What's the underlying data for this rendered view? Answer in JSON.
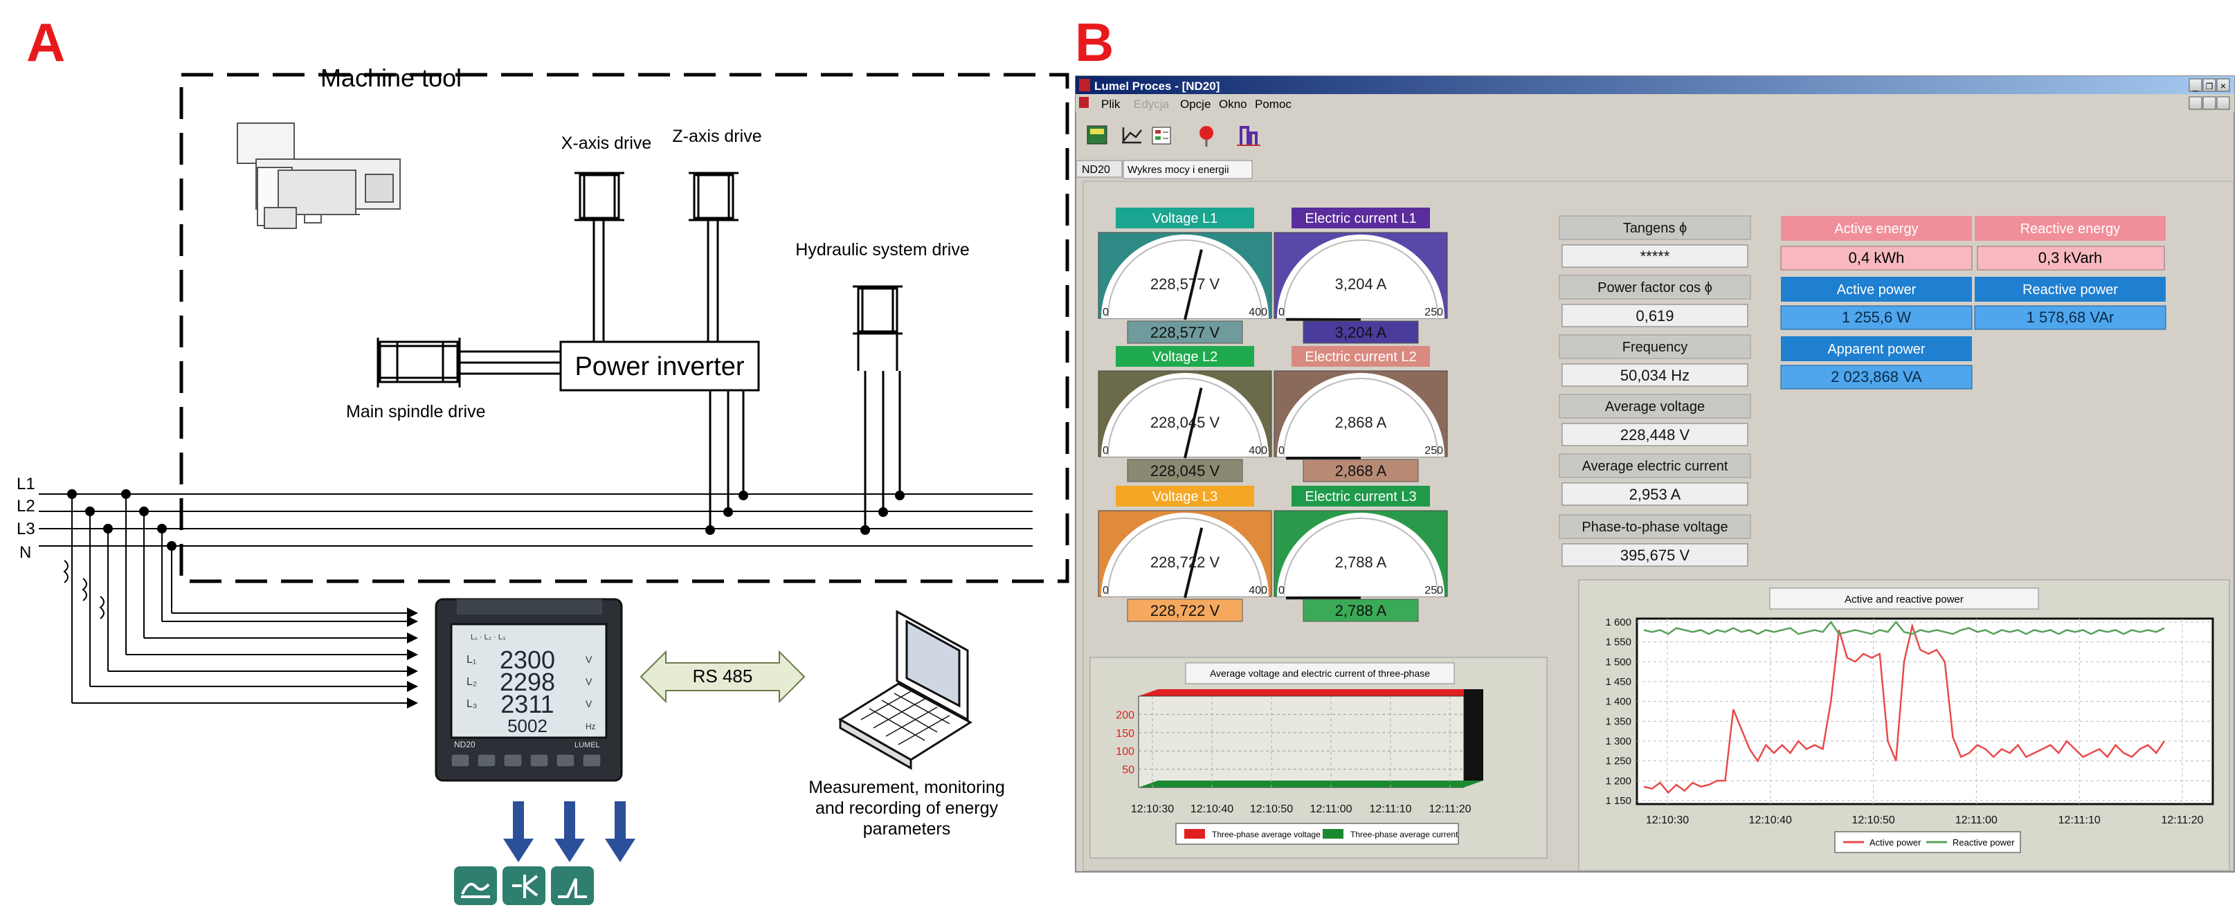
{
  "panel_a": {
    "letter": "A",
    "machine_tool_label": "Machine tool",
    "x_axis_label": "X-axis drive",
    "z_axis_label": "Z-axis drive",
    "hydraulic_label": "Hydraulic system drive",
    "inverter_label": "Power inverter",
    "spindle_label": "Main spindle drive",
    "line_labels": [
      "L1",
      "L2",
      "L3",
      "N"
    ],
    "rs485_label": "RS 485",
    "meter": {
      "readings": [
        "2300",
        "2298",
        "2311",
        "5002"
      ],
      "row_tags": [
        "L₁",
        "L₂",
        "L₃"
      ],
      "units": [
        "V",
        "V",
        "V",
        "Hz"
      ],
      "model": "ND20",
      "brand": "LUMEL"
    },
    "laptop_caption": [
      "Measurement, monitoring",
      "and recording of energy",
      "parameters"
    ]
  },
  "panel_b": {
    "letter": "B",
    "title_bar": "Lumel Proces - [ND20]",
    "menu": [
      "Plik",
      "Edycja",
      "Opcje",
      "Okno",
      "Pomoc"
    ],
    "tabs": [
      "ND20",
      "Wykres mocy i energii"
    ],
    "gauges": [
      {
        "label": "Voltage L1",
        "label_color": "#19a58f",
        "value": "228,577 V",
        "max": "400",
        "min": "0",
        "fraction": 0.571,
        "face": "#2f8a86",
        "val_bg": "#6f9b9c"
      },
      {
        "label": "Electric current L1",
        "label_color": "#5a2d9c",
        "value": "3,204 A",
        "max": "250",
        "min": "0",
        "fraction": 0.013,
        "face": "#5a48a8",
        "val_bg": "#4a3c9c"
      },
      {
        "label": "Voltage L2",
        "label_color": "#1faa4e",
        "value": "228,045 V",
        "max": "400",
        "min": "0",
        "fraction": 0.57,
        "face": "#6b6a4a",
        "val_bg": "#8a8a72"
      },
      {
        "label": "Electric current L2",
        "label_color": "#d98a80",
        "value": "2,868 A",
        "max": "250",
        "min": "0",
        "fraction": 0.011,
        "face": "#8a6a5a",
        "val_bg": "#b88a74"
      },
      {
        "label": "Voltage L3",
        "label_color": "#f5a623",
        "value": "228,722 V",
        "max": "400",
        "min": "0",
        "fraction": 0.572,
        "face": "#e08a3c",
        "val_bg": "#f5a85e"
      },
      {
        "label": "Electric current L3",
        "label_color": "#1f9a4a",
        "value": "2,788 A",
        "max": "250",
        "min": "0",
        "fraction": 0.011,
        "face": "#2a9a4a",
        "val_bg": "#3aaa56"
      }
    ],
    "params": [
      {
        "label": "Tangens ϕ",
        "value": "*****"
      },
      {
        "label": "Power factor cos ϕ",
        "value": "0,619"
      },
      {
        "label": "Frequency",
        "value": "50,034 Hz"
      },
      {
        "label": "Average voltage",
        "value": "228,448 V"
      },
      {
        "label": "Average electric current",
        "value": "2,953 A"
      },
      {
        "label": "Phase-to-phase voltage",
        "value": "395,675 V"
      }
    ],
    "energy": {
      "active_energy_label": "Active energy",
      "active_energy_value": "0,4 kWh",
      "reactive_energy_label": "Reactive energy",
      "reactive_energy_value": "0,3 kVarh",
      "active_power_label": "Active power",
      "active_power_value": "1 255,6 W",
      "reactive_power_label": "Reactive power",
      "reactive_power_value": "1 578,68 VAr",
      "apparent_power_label": "Apparent power",
      "apparent_power_value": "2 023,868 VA",
      "pink": "#f08f9a",
      "blue": "#1f7fd0"
    }
  },
  "chart_data": [
    {
      "type": "area",
      "title": "Average voltage and electric current of three-phase",
      "x": [
        "12:10:30",
        "12:10:40",
        "12:10:50",
        "12:11:00",
        "12:11:10",
        "12:11:20"
      ],
      "ylim": [
        0,
        250
      ],
      "yticks": [
        "200",
        "150",
        "100",
        "50"
      ],
      "series": [
        {
          "name": "Three-phase average voltage",
          "color": "#e02020",
          "values": [
            228,
            228,
            228,
            228,
            228,
            228
          ]
        },
        {
          "name": "Three-phase average current",
          "color": "#1a8a30",
          "values": [
            3,
            3,
            3,
            3,
            3,
            3
          ]
        }
      ]
    },
    {
      "type": "line",
      "title": "Active and reactive power",
      "x_ticks": [
        "12:10:30",
        "12:10:40",
        "12:10:50",
        "12:11:00",
        "12:11:10",
        "12:11:20"
      ],
      "ylim": [
        1150,
        1600
      ],
      "yticks": [
        "1 600",
        "1 550",
        "1 500",
        "1 450",
        "1 400",
        "1 350",
        "1 300",
        "1 250",
        "1 200",
        "1 150"
      ],
      "series": [
        {
          "name": "Active power",
          "color": "#e84a4a",
          "values": [
            1185,
            1180,
            1195,
            1170,
            1190,
            1175,
            1195,
            1185,
            1190,
            1200,
            1200,
            1380,
            1330,
            1280,
            1250,
            1290,
            1270,
            1290,
            1270,
            1300,
            1280,
            1290,
            1280,
            1400,
            1580,
            1510,
            1500,
            1520,
            1510,
            1520,
            1300,
            1250,
            1500,
            1590,
            1530,
            1520,
            1530,
            1500,
            1310,
            1260,
            1270,
            1290,
            1280,
            1260,
            1280,
            1270,
            1290,
            1260,
            1270,
            1280,
            1290,
            1270,
            1300,
            1280,
            1260,
            1270,
            1280,
            1260,
            1290,
            1270,
            1260,
            1280,
            1290,
            1270,
            1300
          ]
        },
        {
          "name": "Reactive power",
          "color": "#5aa05a",
          "values": [
            1580,
            1575,
            1580,
            1570,
            1585,
            1580,
            1575,
            1580,
            1570,
            1580,
            1575,
            1585,
            1575,
            1580,
            1570,
            1580,
            1575,
            1580,
            1585,
            1570,
            1575,
            1580,
            1575,
            1600,
            1570,
            1575,
            1580,
            1575,
            1570,
            1580,
            1575,
            1600,
            1575,
            1570,
            1580,
            1575,
            1580,
            1575,
            1570,
            1580,
            1585,
            1575,
            1580,
            1570,
            1580,
            1575,
            1580,
            1570,
            1580,
            1575,
            1580,
            1570,
            1580,
            1575,
            1580,
            1570,
            1580,
            1575,
            1580,
            1570,
            1580,
            1575,
            1580,
            1575,
            1585
          ]
        }
      ]
    }
  ]
}
